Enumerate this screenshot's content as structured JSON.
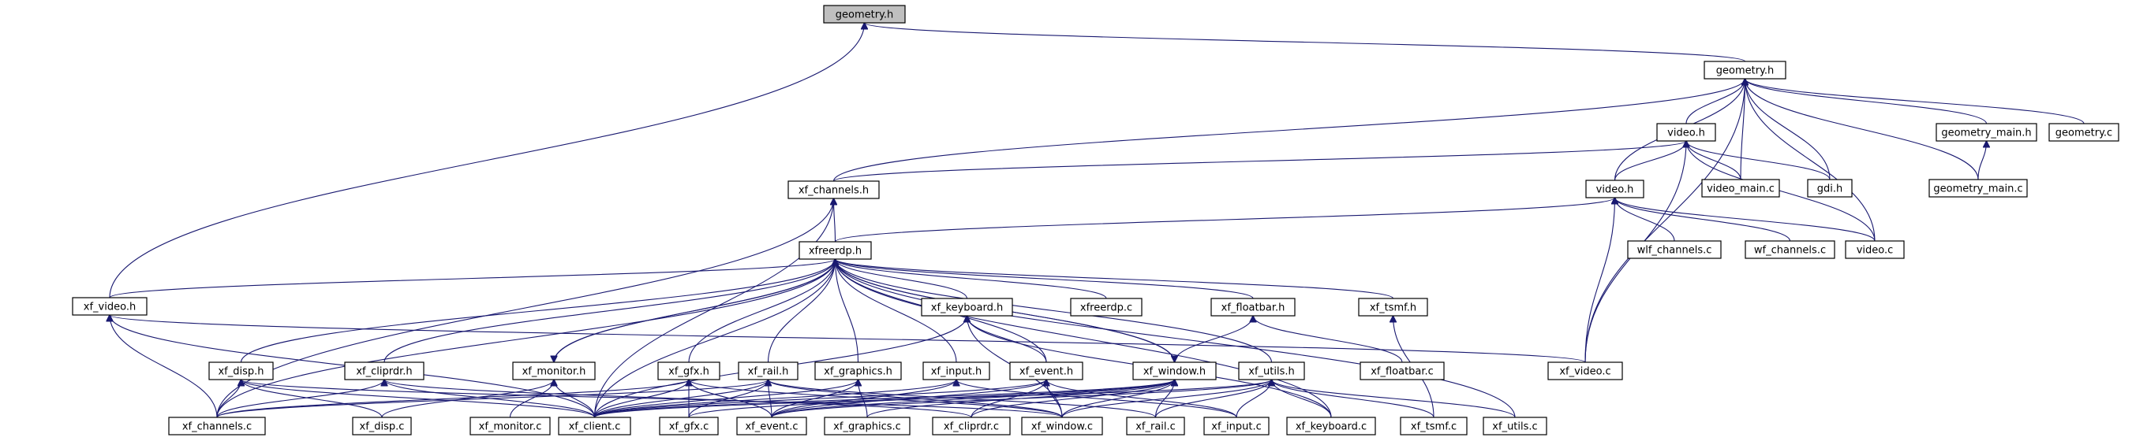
{
  "diagram": {
    "type": "include-dependency-graph",
    "highlighted": "geometry.h#1",
    "nodes": [
      {
        "id": "geometry.h#1",
        "label": "geometry.h"
      },
      {
        "id": "geometry.h#2",
        "label": "geometry.h"
      },
      {
        "id": "xf_video.h",
        "label": "xf_video.h"
      },
      {
        "id": "video.h#1",
        "label": "video.h"
      },
      {
        "id": "geometry_main.h",
        "label": "geometry_main.h"
      },
      {
        "id": "geometry.c",
        "label": "geometry.c"
      },
      {
        "id": "xf_channels.h",
        "label": "xf_channels.h"
      },
      {
        "id": "video_main.c",
        "label": "video_main.c"
      },
      {
        "id": "gdi.h",
        "label": "gdi.h"
      },
      {
        "id": "geometry_main.c",
        "label": "geometry_main.c"
      },
      {
        "id": "video.h#2",
        "label": "video.h"
      },
      {
        "id": "xfreerdp.h",
        "label": "xfreerdp.h"
      },
      {
        "id": "wlf_channels.c",
        "label": "wlf_channels.c"
      },
      {
        "id": "wf_channels.c",
        "label": "wf_channels.c"
      },
      {
        "id": "video.c",
        "label": "video.c"
      },
      {
        "id": "xf_keyboard.h",
        "label": "xf_keyboard.h"
      },
      {
        "id": "xfreerdp.c",
        "label": "xfreerdp.c"
      },
      {
        "id": "xf_floatbar.h",
        "label": "xf_floatbar.h"
      },
      {
        "id": "xf_tsmf.h",
        "label": "xf_tsmf.h"
      },
      {
        "id": "xf_disp.h",
        "label": "xf_disp.h"
      },
      {
        "id": "xf_cliprdr.h",
        "label": "xf_cliprdr.h"
      },
      {
        "id": "xf_monitor.h",
        "label": "xf_monitor.h"
      },
      {
        "id": "xf_gfx.h",
        "label": "xf_gfx.h"
      },
      {
        "id": "xf_rail.h",
        "label": "xf_rail.h"
      },
      {
        "id": "xf_graphics.h",
        "label": "xf_graphics.h"
      },
      {
        "id": "xf_input.h",
        "label": "xf_input.h"
      },
      {
        "id": "xf_event.h",
        "label": "xf_event.h"
      },
      {
        "id": "xf_window.h",
        "label": "xf_window.h"
      },
      {
        "id": "xf_utils.h",
        "label": "xf_utils.h"
      },
      {
        "id": "xf_floatbar.c",
        "label": "xf_floatbar.c"
      },
      {
        "id": "xf_video.c",
        "label": "xf_video.c"
      },
      {
        "id": "xf_channels.c",
        "label": "xf_channels.c"
      },
      {
        "id": "xf_disp.c",
        "label": "xf_disp.c"
      },
      {
        "id": "xf_monitor.c",
        "label": "xf_monitor.c"
      },
      {
        "id": "xf_client.c",
        "label": "xf_client.c"
      },
      {
        "id": "xf_gfx.c",
        "label": "xf_gfx.c"
      },
      {
        "id": "xf_event.c",
        "label": "xf_event.c"
      },
      {
        "id": "xf_graphics.c",
        "label": "xf_graphics.c"
      },
      {
        "id": "xf_cliprdr.c",
        "label": "xf_cliprdr.c"
      },
      {
        "id": "xf_window.c",
        "label": "xf_window.c"
      },
      {
        "id": "xf_rail.c",
        "label": "xf_rail.c"
      },
      {
        "id": "xf_input.c",
        "label": "xf_input.c"
      },
      {
        "id": "xf_keyboard.c",
        "label": "xf_keyboard.c"
      },
      {
        "id": "xf_tsmf.c",
        "label": "xf_tsmf.c"
      },
      {
        "id": "xf_utils.c",
        "label": "xf_utils.c"
      }
    ],
    "edges": [
      [
        "geometry.h#1",
        "geometry.h#2"
      ],
      [
        "geometry.h#1",
        "xf_video.h"
      ],
      [
        "geometry.h#2",
        "video.h#1"
      ],
      [
        "geometry.h#2",
        "geometry_main.h"
      ],
      [
        "geometry.h#2",
        "geometry.c"
      ],
      [
        "geometry.h#2",
        "xf_channels.h"
      ],
      [
        "geometry.h#2",
        "video_main.c"
      ],
      [
        "geometry.h#2",
        "gdi.h"
      ],
      [
        "geometry.h#2",
        "geometry_main.c"
      ],
      [
        "geometry.h#2",
        "video.h#2"
      ],
      [
        "geometry.h#2",
        "video.c"
      ],
      [
        "geometry.h#2",
        "xf_video.c"
      ],
      [
        "geometry_main.h",
        "geometry_main.c"
      ],
      [
        "video.h#1",
        "xf_channels.h"
      ],
      [
        "video.h#1",
        "video.h#2"
      ],
      [
        "video.h#1",
        "video_main.c"
      ],
      [
        "video.h#1",
        "gdi.h"
      ],
      [
        "video.h#1",
        "video.c"
      ],
      [
        "video.h#1",
        "xf_video.c"
      ],
      [
        "video.h#2",
        "xfreerdp.h"
      ],
      [
        "video.h#2",
        "wlf_channels.c"
      ],
      [
        "video.h#2",
        "wf_channels.c"
      ],
      [
        "video.h#2",
        "video.c"
      ],
      [
        "video.h#2",
        "xf_video.c"
      ],
      [
        "xf_channels.h",
        "xfreerdp.h"
      ],
      [
        "xf_channels.h",
        "xf_channels.c"
      ],
      [
        "xf_channels.h",
        "xf_client.c"
      ],
      [
        "xf_video.h",
        "xf_channels.c"
      ],
      [
        "xf_video.h",
        "xf_client.c"
      ],
      [
        "xf_video.h",
        "xf_video.c"
      ],
      [
        "xfreerdp.h",
        "xf_video.h"
      ],
      [
        "xfreerdp.h",
        "xf_keyboard.h"
      ],
      [
        "xfreerdp.h",
        "xfreerdp.c"
      ],
      [
        "xfreerdp.h",
        "xf_floatbar.h"
      ],
      [
        "xfreerdp.h",
        "xf_tsmf.h"
      ],
      [
        "xfreerdp.h",
        "xf_disp.h"
      ],
      [
        "xfreerdp.h",
        "xf_cliprdr.h"
      ],
      [
        "xfreerdp.h",
        "xf_monitor.h"
      ],
      [
        "xfreerdp.h",
        "xf_gfx.h"
      ],
      [
        "xfreerdp.h",
        "xf_rail.h"
      ],
      [
        "xfreerdp.h",
        "xf_graphics.h"
      ],
      [
        "xfreerdp.h",
        "xf_input.h"
      ],
      [
        "xfreerdp.h",
        "xf_event.h"
      ],
      [
        "xfreerdp.h",
        "xf_window.h"
      ],
      [
        "xfreerdp.h",
        "xf_utils.h"
      ],
      [
        "xfreerdp.h",
        "xf_channels.c"
      ],
      [
        "xfreerdp.h",
        "xf_client.c"
      ],
      [
        "xfreerdp.h",
        "xf_utils.c"
      ],
      [
        "xfreerdp.h",
        "xf_keyboard.c"
      ],
      [
        "xf_keyboard.h",
        "xf_event.h"
      ],
      [
        "xf_keyboard.h",
        "xf_client.c"
      ],
      [
        "xf_keyboard.h",
        "xf_window.c"
      ],
      [
        "xf_keyboard.h",
        "xf_keyboard.c"
      ],
      [
        "xf_floatbar.h",
        "xf_window.h"
      ],
      [
        "xf_floatbar.h",
        "xf_floatbar.c"
      ],
      [
        "xf_tsmf.h",
        "xf_tsmf.c"
      ],
      [
        "xf_disp.h",
        "xf_channels.c"
      ],
      [
        "xf_disp.h",
        "xf_disp.c"
      ],
      [
        "xf_disp.h",
        "xf_client.c"
      ],
      [
        "xf_disp.h",
        "xf_window.c"
      ],
      [
        "xf_cliprdr.h",
        "xf_channels.c"
      ],
      [
        "xf_cliprdr.h",
        "xf_client.c"
      ],
      [
        "xf_cliprdr.h",
        "xf_cliprdr.c"
      ],
      [
        "xf_monitor.h",
        "xfreerdp.h"
      ],
      [
        "xf_monitor.h",
        "xf_disp.c"
      ],
      [
        "xf_monitor.h",
        "xf_monitor.c"
      ],
      [
        "xf_monitor.h",
        "xf_client.c"
      ],
      [
        "xf_gfx.h",
        "xf_channels.c"
      ],
      [
        "xf_gfx.h",
        "xf_client.c"
      ],
      [
        "xf_gfx.h",
        "xf_gfx.c"
      ],
      [
        "xf_gfx.h",
        "xf_event.c"
      ],
      [
        "xf_gfx.h",
        "xf_window.c"
      ],
      [
        "xf_rail.h",
        "xf_channels.c"
      ],
      [
        "xf_rail.h",
        "xf_client.c"
      ],
      [
        "xf_rail.h",
        "xf_gfx.c"
      ],
      [
        "xf_rail.h",
        "xf_event.c"
      ],
      [
        "xf_rail.h",
        "xf_window.c"
      ],
      [
        "xf_rail.h",
        "xf_rail.c"
      ],
      [
        "xf_graphics.h",
        "xf_client.c"
      ],
      [
        "xf_graphics.h",
        "xf_event.c"
      ],
      [
        "xf_graphics.h",
        "xf_graphics.c"
      ],
      [
        "xf_input.h",
        "xf_client.c"
      ],
      [
        "xf_input.h",
        "xf_event.c"
      ],
      [
        "xf_input.h",
        "xf_input.c"
      ],
      [
        "xf_event.h",
        "xf_client.c"
      ],
      [
        "xf_event.h",
        "xf_event.c"
      ],
      [
        "xf_event.h",
        "xf_cliprdr.c"
      ],
      [
        "xf_event.h",
        "xf_window.c"
      ],
      [
        "xf_event.h",
        "xf_input.c"
      ],
      [
        "xf_window.h",
        "xfreerdp.h"
      ],
      [
        "xf_window.h",
        "xf_client.c"
      ],
      [
        "xf_window.h",
        "xf_gfx.c"
      ],
      [
        "xf_window.h",
        "xf_event.c"
      ],
      [
        "xf_window.h",
        "xf_graphics.c"
      ],
      [
        "xf_window.h",
        "xf_cliprdr.c"
      ],
      [
        "xf_window.h",
        "xf_window.c"
      ],
      [
        "xf_window.h",
        "xf_rail.c"
      ],
      [
        "xf_utils.h",
        "xf_client.c"
      ],
      [
        "xf_utils.h",
        "xf_event.c"
      ],
      [
        "xf_utils.h",
        "xf_window.c"
      ],
      [
        "xf_utils.h",
        "xf_rail.c"
      ],
      [
        "xf_utils.h",
        "xf_input.c"
      ],
      [
        "xf_utils.h",
        "xf_keyboard.c"
      ],
      [
        "xf_utils.h",
        "xf_tsmf.c"
      ],
      [
        "xf_utils.h",
        "xf_utils.c"
      ]
    ]
  }
}
